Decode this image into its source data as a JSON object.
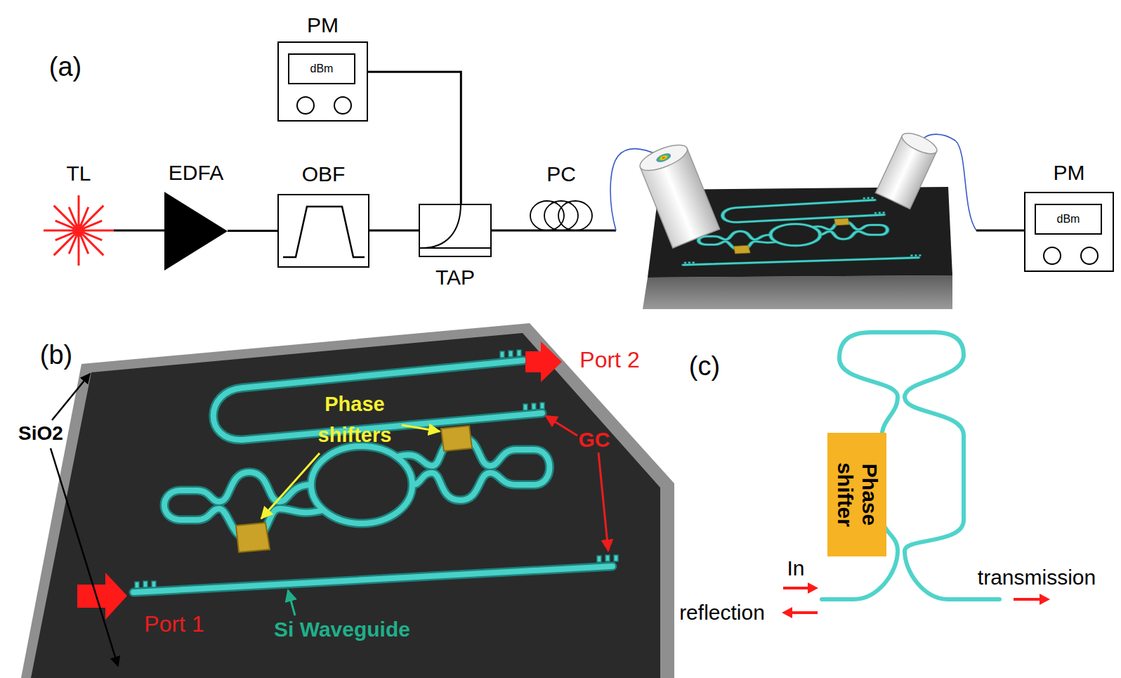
{
  "diagram": {
    "nodes": [
      {
        "text": [
          "PM",
          "dBm"
        ]
      },
      {
        "text": [
          "TL"
        ]
      },
      {
        "text": [
          "EDFA"
        ]
      },
      {
        "text": [
          "OBF"
        ]
      },
      {
        "text": [
          "TAP"
        ]
      },
      {
        "text": [
          "PC"
        ]
      },
      {
        "text": [
          "PM",
          "dBm"
        ]
      },
      {
        "text": [
          "Phase shifter"
        ]
      }
    ],
    "edges": [
      {
        "from": 1,
        "to": 2,
        "arrow": "none"
      },
      {
        "from": 2,
        "to": 3,
        "arrow": "none"
      },
      {
        "from": 3,
        "to": 4,
        "arrow": "none"
      },
      {
        "from": 4,
        "to": 0,
        "arrow": "none"
      },
      {
        "from": 4,
        "to": 5,
        "arrow": "none"
      }
    ],
    "labels": [
      "(a)",
      "(b)",
      "Port 2",
      "Phase shifters",
      "GC",
      "SiO2",
      "Port 1",
      "Si Waveguide",
      "(c)",
      "In",
      "reflection",
      "transmission"
    ]
  }
}
